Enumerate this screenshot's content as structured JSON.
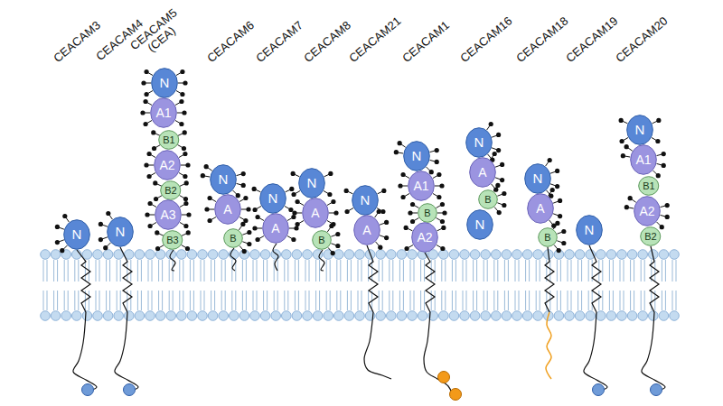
{
  "diagram": {
    "nodes": [
      {
        "text": [
          "N"
        ]
      },
      {
        "text": [
          "N"
        ]
      },
      {
        "text": [
          "N"
        ]
      },
      {
        "text": [
          "A1"
        ]
      },
      {
        "text": [
          "B1"
        ]
      },
      {
        "text": [
          "A2"
        ]
      },
      {
        "text": [
          "B2"
        ]
      },
      {
        "text": [
          "A3"
        ]
      },
      {
        "text": [
          "B3"
        ]
      },
      {
        "text": [
          "N"
        ]
      },
      {
        "text": [
          "A"
        ]
      },
      {
        "text": [
          "B"
        ]
      },
      {
        "text": [
          "N"
        ]
      },
      {
        "text": [
          "A"
        ]
      },
      {
        "text": [
          "N"
        ]
      },
      {
        "text": [
          "A"
        ]
      },
      {
        "text": [
          "B"
        ]
      },
      {
        "text": [
          "N"
        ]
      },
      {
        "text": [
          "A"
        ]
      },
      {
        "text": [
          "N"
        ]
      },
      {
        "text": [
          "A1"
        ]
      },
      {
        "text": [
          "B"
        ]
      },
      {
        "text": [
          "A2"
        ]
      },
      {
        "text": [
          "N"
        ]
      },
      {
        "text": [
          "A"
        ]
      },
      {
        "text": [
          "B"
        ]
      },
      {
        "text": [
          "N"
        ]
      },
      {
        "text": [
          "N"
        ]
      },
      {
        "text": [
          "A"
        ]
      },
      {
        "text": [
          "B"
        ]
      },
      {
        "text": [
          "N"
        ]
      },
      {
        "text": [
          "N"
        ]
      },
      {
        "text": [
          "A1"
        ]
      },
      {
        "text": [
          "B1"
        ]
      },
      {
        "text": [
          "A2"
        ]
      },
      {
        "text": [
          "B2"
        ]
      }
    ],
    "labels": [
      "CEACAM3",
      "CEACAM4",
      "CEACAM5 (CEA)",
      "CEACAM6",
      "CEACAM7",
      "CEACAM8",
      "CEACAM21",
      "CEACAM1",
      "CEACAM16",
      "CEACAM18",
      "CEACAM19",
      "CEACAM20"
    ]
  }
}
